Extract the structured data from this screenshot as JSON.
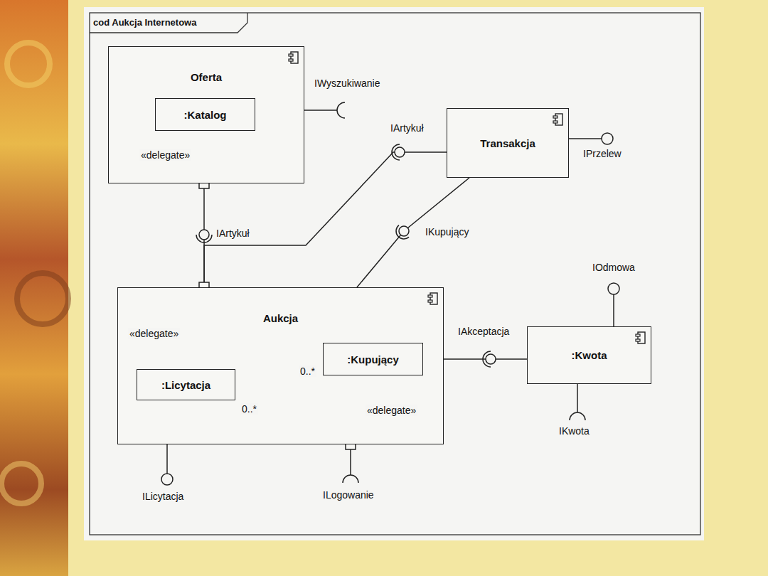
{
  "diagram": {
    "title": "cod Aukcja Internetowa",
    "nodes": [
      {
        "text": [
          "Oferta"
        ]
      },
      {
        "text": [
          ":Katalog"
        ],
        "in": 0
      },
      {
        "text": [
          "Transakcja"
        ]
      },
      {
        "text": [
          "Aukcja"
        ]
      },
      {
        "text": [
          ":Licytacja"
        ],
        "in": 3
      },
      {
        "text": [
          ":Kupujący"
        ],
        "in": 3
      },
      {
        "text": [
          ":Kwota"
        ]
      }
    ],
    "edges": [
      {
        "from": 0,
        "to": 1,
        "arrow": "to",
        "label": "«delegate»"
      },
      {
        "from": 3,
        "to": 0,
        "arrow": "none",
        "label": "IArtykuł"
      },
      {
        "from": 3,
        "to": 2,
        "arrow": "none",
        "label": "IArtykuł"
      },
      {
        "from": 2,
        "to": 3,
        "arrow": "none",
        "label": "IKupujący"
      },
      {
        "from": 3,
        "to": 6,
        "arrow": "none",
        "label": "IAkceptacja"
      },
      {
        "from": 4,
        "to": 3,
        "arrow": "to",
        "label": "«delegate»"
      },
      {
        "from": 4,
        "to": 5,
        "arrow": "none"
      },
      {
        "from": 3,
        "to": 5,
        "arrow": "to",
        "label": "«delegate»"
      }
    ],
    "labels": [
      "IWyszukiwanie",
      "IPrzelew",
      "IOdmowa",
      "IKwota",
      "ILicytacja",
      "ILogowanie",
      "0..*",
      "0..*"
    ]
  }
}
